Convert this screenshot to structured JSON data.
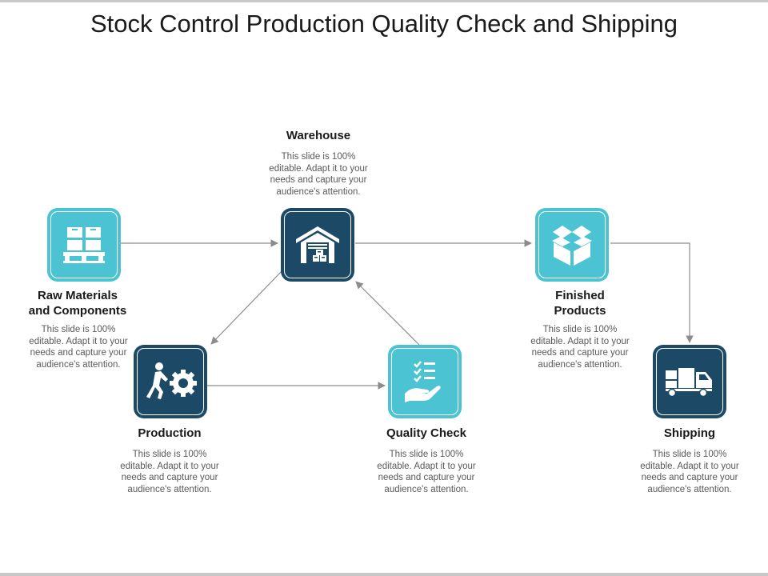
{
  "title": "Stock Control Production Quality Check and Shipping",
  "colors": {
    "light": "#4cc3d2",
    "dark": "#1c4a66",
    "arrow": "#8c8c8c"
  },
  "nodes": {
    "raw": {
      "label_line1": "Raw Materials",
      "label_line2": "and Components",
      "desc": "This slide is 100% editable. Adapt it to your needs and capture your audience's attention.",
      "icon": "pallet-boxes-icon"
    },
    "warehouse": {
      "label": "Warehouse",
      "desc": "This slide is 100% editable. Adapt it to your needs and capture your audience's attention.",
      "icon": "warehouse-icon"
    },
    "finished": {
      "label_line1": "Finished",
      "label_line2": "Products",
      "desc": "This slide is 100% editable. Adapt it to your needs and capture your audience's attention.",
      "icon": "open-box-icon"
    },
    "production": {
      "label": "Production",
      "desc": "This slide is 100% editable. Adapt it to your needs and capture your audience's attention.",
      "icon": "worker-gear-icon"
    },
    "quality": {
      "label": "Quality Check",
      "desc": "This slide is 100% editable. Adapt it to your needs and capture your audience's attention.",
      "icon": "checklist-hand-icon"
    },
    "shipping": {
      "label": "Shipping",
      "desc": "This slide is 100% editable. Adapt it to your needs and capture your audience's attention.",
      "icon": "delivery-truck-icon"
    }
  }
}
